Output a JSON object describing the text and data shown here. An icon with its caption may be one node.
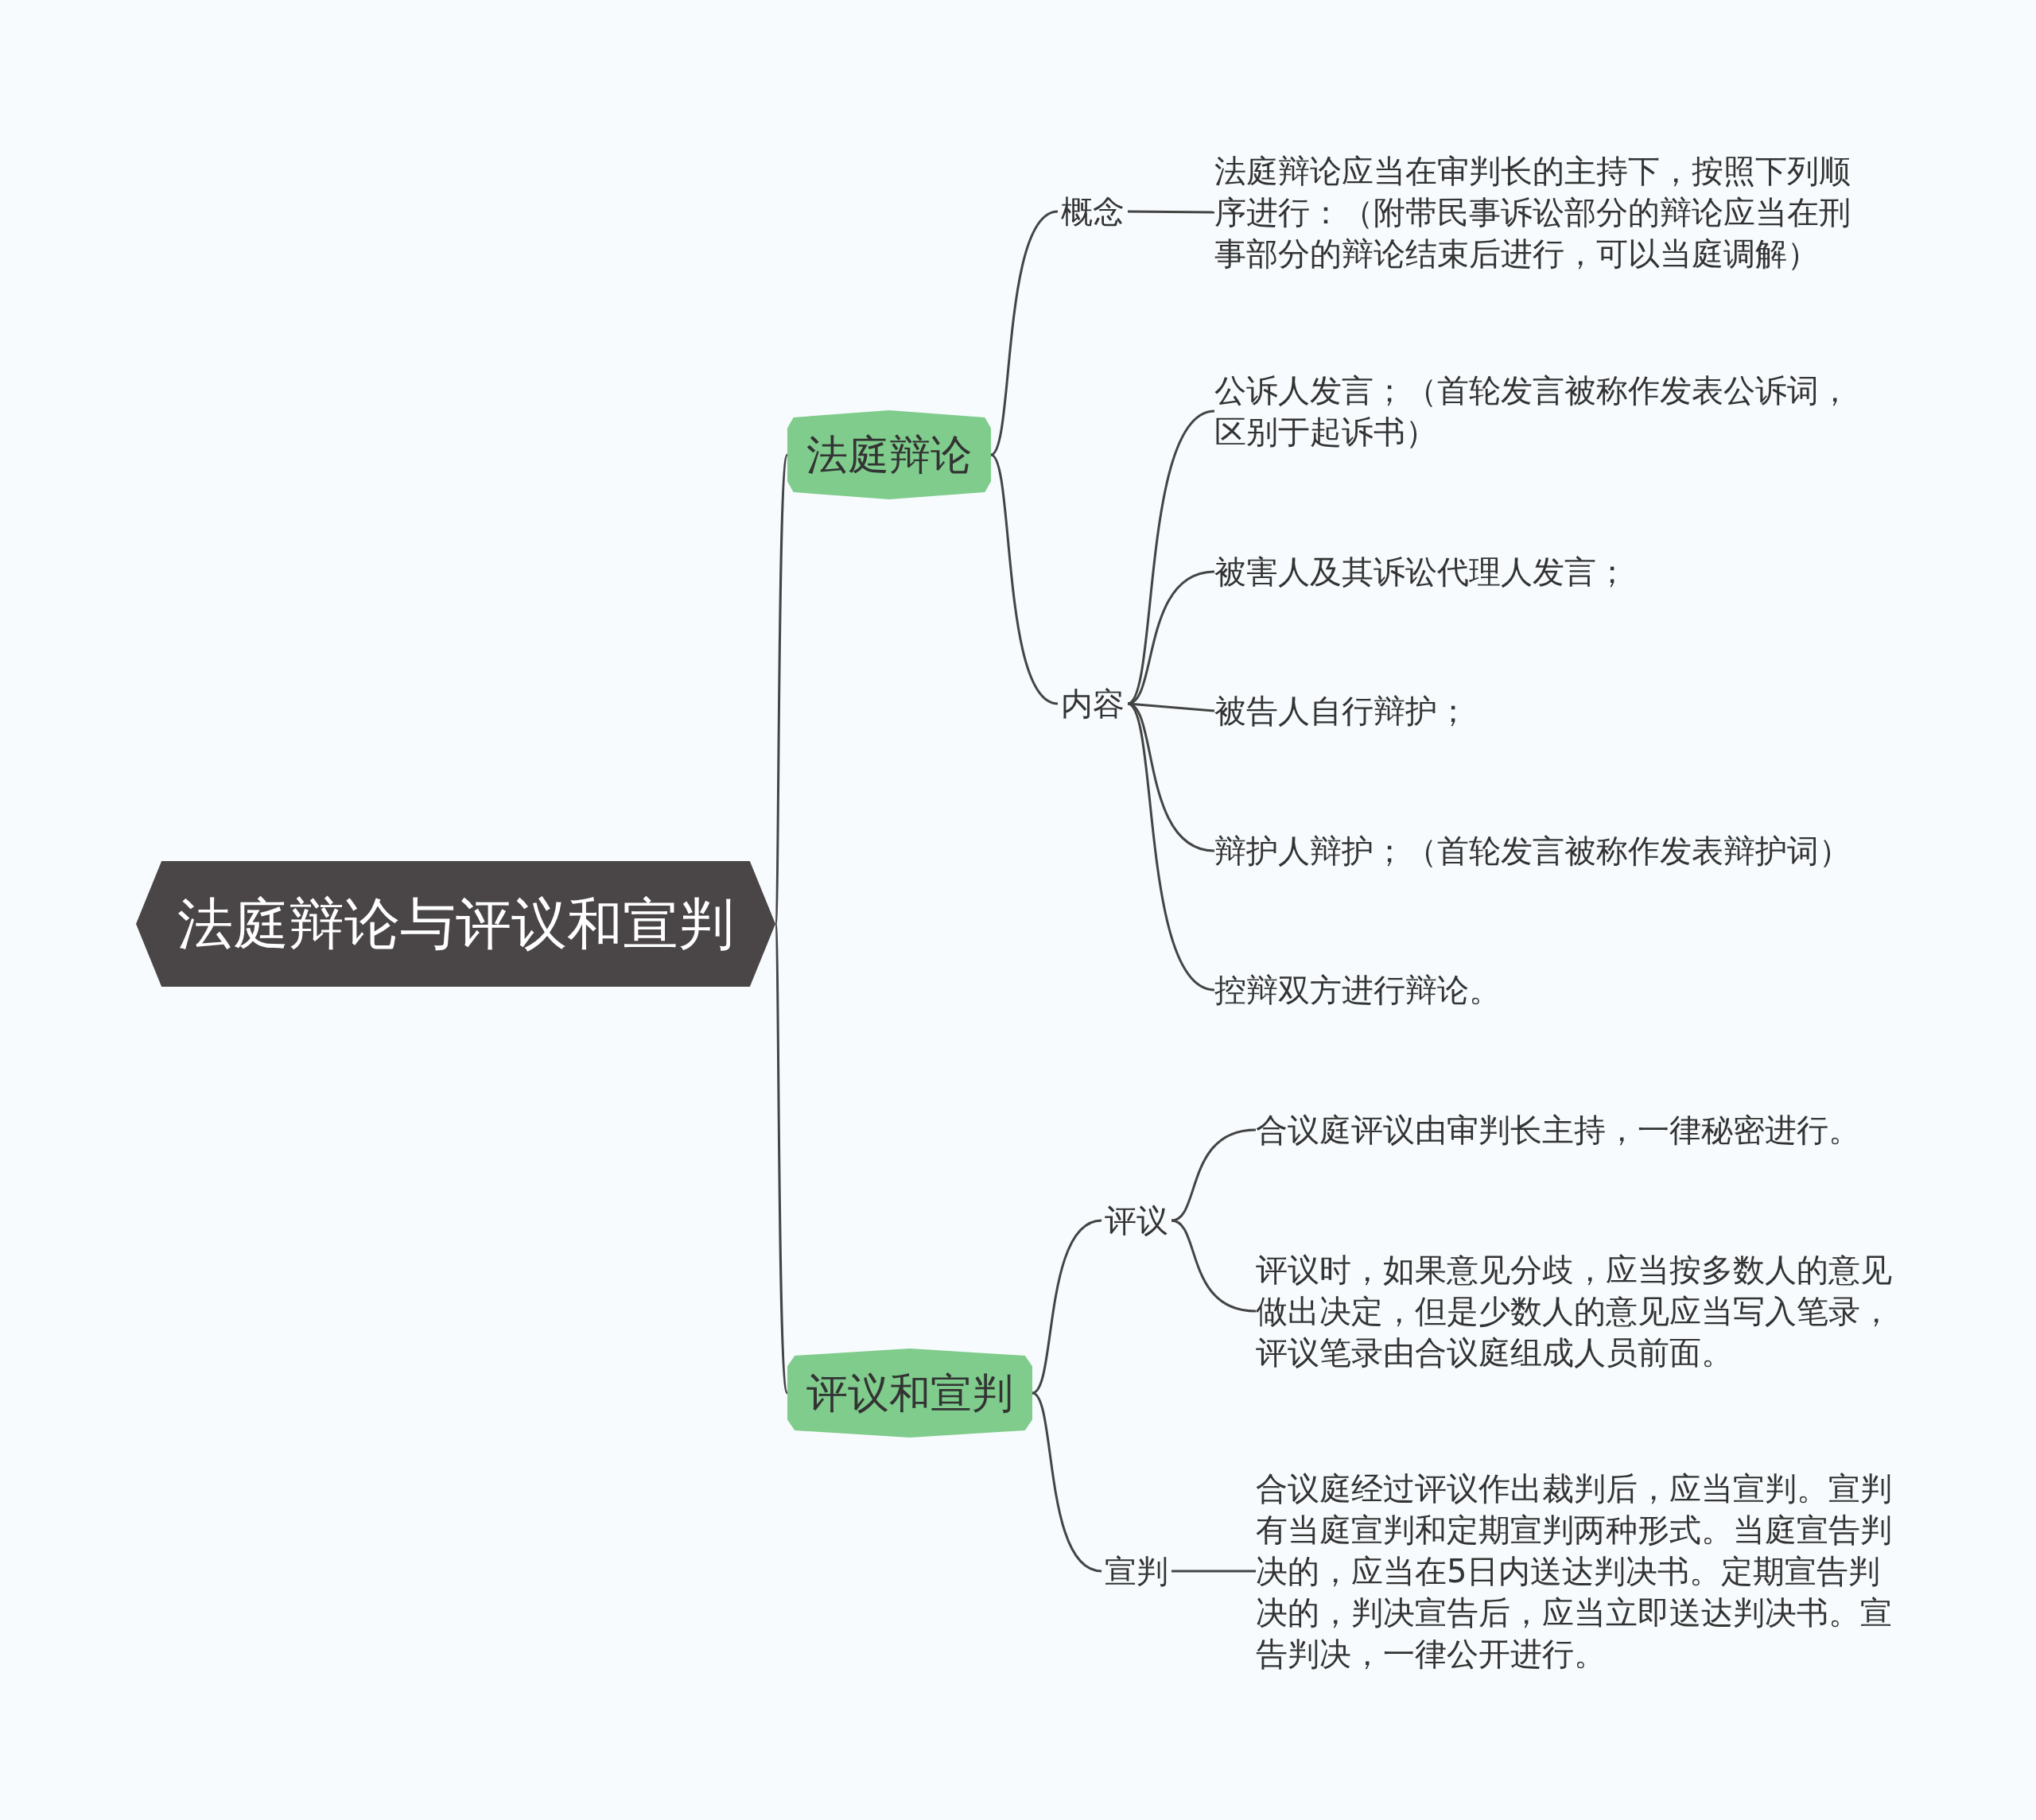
{
  "diagram": {
    "nodes": [
      {
        "text": [
          "法庭辩论与评议和宣判"
        ]
      },
      {
        "text": [
          "法庭辩论"
        ]
      },
      {
        "text": [
          "概念"
        ]
      },
      {
        "text": [
          "法庭辩论应当在审判长的主持下，按照下列顺序进行：（附带民事诉讼部分的辩论应当在刑事部分的辩论结束后进行，可以当庭调解）"
        ]
      },
      {
        "text": [
          "内容"
        ]
      },
      {
        "text": [
          "公诉人发言；（首轮发言被称作发表公诉词，区别于起诉书）"
        ]
      },
      {
        "text": [
          "被害人及其诉讼代理人发言；"
        ]
      },
      {
        "text": [
          "被告人自行辩护；"
        ]
      },
      {
        "text": [
          "辩护人辩护；（首轮发言被称作发表辩护词）"
        ]
      },
      {
        "text": [
          "控辩双方进行辩论。"
        ]
      },
      {
        "text": [
          "评议和宣判"
        ]
      },
      {
        "text": [
          "评议"
        ]
      },
      {
        "text": [
          "合议庭评议由审判长主持，一律秘密进行。"
        ]
      },
      {
        "text": [
          "评议时，如果意见分歧，应当按多数人的意见做出决定，但是少数人的意见应当写入笔录，评议笔录由合议庭组成人员前面。"
        ]
      },
      {
        "text": [
          "宣判"
        ]
      },
      {
        "text": [
          "合议庭经过评议作出裁判后，应当宣判。宣判有当庭宣判和定期宣判两种形式。当庭宣告判决的，应当在5日内送达判决书。定期宣告判决的，判决宣告后，应当立即送达判决书。宣告判决，一律公开进行。"
        ]
      }
    ],
    "edges": [
      {
        "from": 0,
        "to": 1,
        "arrow": "none"
      },
      {
        "from": 1,
        "to": 2,
        "arrow": "none"
      },
      {
        "from": 2,
        "to": 3,
        "arrow": "none"
      },
      {
        "from": 1,
        "to": 4,
        "arrow": "none"
      },
      {
        "from": 4,
        "to": 5,
        "arrow": "none"
      },
      {
        "from": 4,
        "to": 6,
        "arrow": "none"
      },
      {
        "from": 4,
        "to": 7,
        "arrow": "none"
      },
      {
        "from": 4,
        "to": 8,
        "arrow": "none"
      },
      {
        "from": 4,
        "to": 9,
        "arrow": "none"
      },
      {
        "from": 0,
        "to": 10,
        "arrow": "none"
      },
      {
        "from": 10,
        "to": 11,
        "arrow": "none"
      },
      {
        "from": 11,
        "to": 12,
        "arrow": "none"
      },
      {
        "from": 11,
        "to": 13,
        "arrow": "none"
      },
      {
        "from": 10,
        "to": 14,
        "arrow": "none"
      },
      {
        "from": 14,
        "to": 15,
        "arrow": "none"
      }
    ]
  }
}
